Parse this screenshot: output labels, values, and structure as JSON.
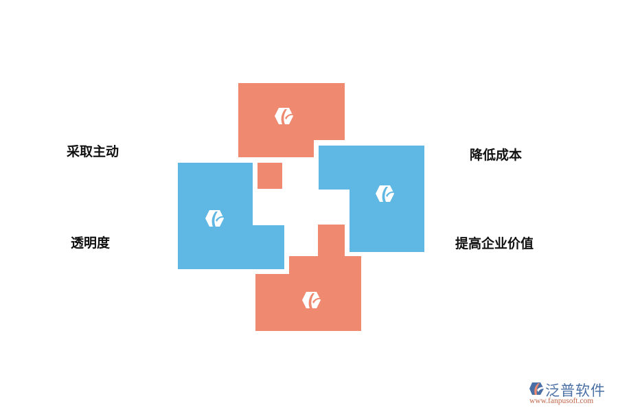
{
  "labels": {
    "top_left": "采取主动",
    "bottom_left": "透明度",
    "top_right": "降低成本",
    "bottom_right": "提高企业价值"
  },
  "colors": {
    "coral": "#ef8970",
    "blue": "#5fb8e4",
    "icon": "#ffffff",
    "text": "#111111"
  },
  "icons": [
    "logo-hexagon-icon",
    "logo-hexagon-icon",
    "logo-hexagon-icon",
    "logo-hexagon-icon"
  ],
  "watermark": {
    "title": "泛普软件",
    "url": "www.fanpusoft.com"
  }
}
